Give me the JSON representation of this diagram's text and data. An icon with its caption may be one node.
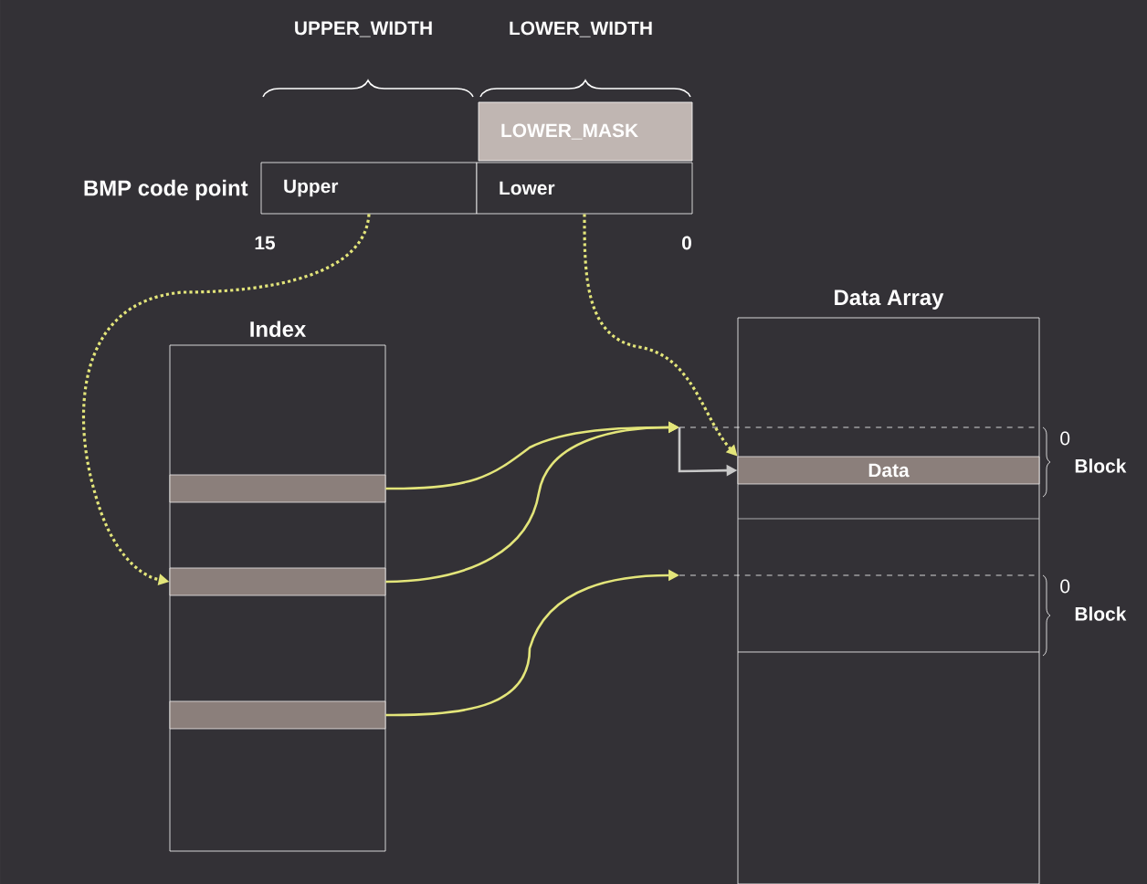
{
  "diagram": {
    "nodes": [
      {
        "text": [
          "Upper"
        ]
      },
      {
        "text": [
          "Lower"
        ]
      },
      {
        "text": [
          "LOWER_MASK"
        ]
      },
      {
        "text": [
          "Index"
        ]
      },
      {
        "text": [],
        "shape": "bar",
        "in": 3
      },
      {
        "text": [],
        "shape": "bar",
        "in": 3
      },
      {
        "text": [],
        "shape": "bar",
        "in": 3
      },
      {
        "text": [
          "Data Array"
        ]
      },
      {
        "text": [
          "Data"
        ],
        "in": 7
      }
    ],
    "edges": [
      {
        "from": 0,
        "to": 5,
        "arrow": "to",
        "style": "dashed"
      },
      {
        "from": 1,
        "to": 8,
        "arrow": "to",
        "style": "dashed"
      },
      {
        "from": 4,
        "to": null,
        "arrow": "to"
      },
      {
        "from": 5,
        "to": null,
        "arrow": "to"
      },
      {
        "from": 6,
        "to": null,
        "arrow": "to"
      },
      {
        "from": null,
        "to": 8,
        "arrow": "to",
        "color": "#c8c8c8"
      }
    ],
    "labels": [
      "UPPER_WIDTH",
      "LOWER_WIDTH",
      "BMP code point",
      "15",
      "0",
      "0",
      "Block",
      "0",
      "Block"
    ]
  }
}
